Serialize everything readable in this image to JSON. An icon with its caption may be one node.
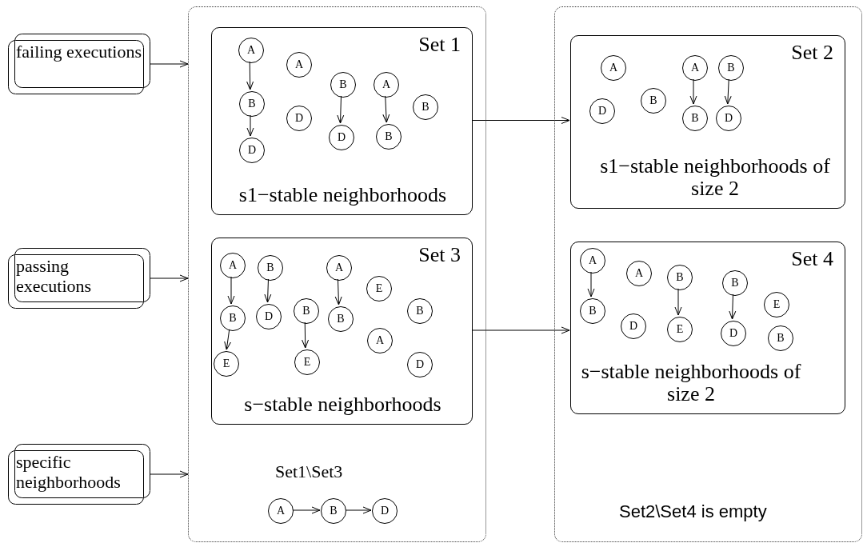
{
  "diagram": {
    "nodes": [
      {
        "text": [
          "failing executions"
        ]
      },
      {
        "text": [
          "passing executions"
        ]
      },
      {
        "text": [
          "specific neighborhoods"
        ]
      },
      {
        "text": [
          "Set1\\Set3"
        ]
      },
      {
        "text": [
          "Set 1",
          "s1−stable neighborhoods"
        ],
        "in": 3
      },
      {
        "text": [
          "A"
        ],
        "in": 4
      },
      {
        "text": [
          "B"
        ],
        "in": 4
      },
      {
        "text": [
          "D"
        ],
        "in": 4
      },
      {
        "text": [
          "A"
        ],
        "in": 4
      },
      {
        "text": [
          "D"
        ],
        "in": 4
      },
      {
        "text": [
          "B"
        ],
        "in": 4
      },
      {
        "text": [
          "D"
        ],
        "in": 4
      },
      {
        "text": [
          "A"
        ],
        "in": 4
      },
      {
        "text": [
          "B"
        ],
        "in": 4
      },
      {
        "text": [
          "B"
        ],
        "in": 4
      },
      {
        "text": [
          "Set 3",
          "s−stable neighborhoods"
        ],
        "in": 3
      },
      {
        "text": [
          "A"
        ],
        "in": 15
      },
      {
        "text": [
          "B"
        ],
        "in": 15
      },
      {
        "text": [
          "E"
        ],
        "in": 15
      },
      {
        "text": [
          "B"
        ],
        "in": 15
      },
      {
        "text": [
          "D"
        ],
        "in": 15
      },
      {
        "text": [
          "B"
        ],
        "in": 15
      },
      {
        "text": [
          "E"
        ],
        "in": 15
      },
      {
        "text": [
          "A"
        ],
        "in": 15
      },
      {
        "text": [
          "B"
        ],
        "in": 15
      },
      {
        "text": [
          "E"
        ],
        "in": 15
      },
      {
        "text": [
          "A"
        ],
        "in": 15
      },
      {
        "text": [
          "B"
        ],
        "in": 15
      },
      {
        "text": [
          "D"
        ],
        "in": 15
      },
      {
        "text": [
          "A"
        ],
        "in": 3
      },
      {
        "text": [
          "B"
        ],
        "in": 3
      },
      {
        "text": [
          "D"
        ],
        "in": 3
      },
      {
        "text": [
          "Set2\\Set4 is empty"
        ]
      },
      {
        "text": [
          "Set 2",
          "s1−stable neighborhoods of size 2"
        ],
        "in": 32
      },
      {
        "text": [
          "A"
        ],
        "in": 33
      },
      {
        "text": [
          "D"
        ],
        "in": 33
      },
      {
        "text": [
          "B"
        ],
        "in": 33
      },
      {
        "text": [
          "A"
        ],
        "in": 33
      },
      {
        "text": [
          "B"
        ],
        "in": 33
      },
      {
        "text": [
          "B"
        ],
        "in": 33
      },
      {
        "text": [
          "D"
        ],
        "in": 33
      },
      {
        "text": [
          "Set 4",
          "s−stable neighborhoods of size 2"
        ],
        "in": 32
      },
      {
        "text": [
          "A"
        ],
        "in": 41
      },
      {
        "text": [
          "B"
        ],
        "in": 41
      },
      {
        "text": [
          "A"
        ],
        "in": 41
      },
      {
        "text": [
          "D"
        ],
        "in": 41
      },
      {
        "text": [
          "B"
        ],
        "in": 41
      },
      {
        "text": [
          "E"
        ],
        "in": 41
      },
      {
        "text": [
          "B"
        ],
        "in": 41
      },
      {
        "text": [
          "D"
        ],
        "in": 41
      },
      {
        "text": [
          "E"
        ],
        "in": 41
      },
      {
        "text": [
          "B"
        ],
        "in": 41
      }
    ],
    "edges": [
      {
        "from": 0,
        "to": 3,
        "arrow": "to"
      },
      {
        "from": 1,
        "to": 3,
        "arrow": "to"
      },
      {
        "from": 2,
        "to": 3,
        "arrow": "to"
      },
      {
        "from": 5,
        "to": 6,
        "arrow": "to"
      },
      {
        "from": 6,
        "to": 7,
        "arrow": "to"
      },
      {
        "from": 10,
        "to": 11,
        "arrow": "to"
      },
      {
        "from": 12,
        "to": 13,
        "arrow": "to"
      },
      {
        "from": 16,
        "to": 17,
        "arrow": "to"
      },
      {
        "from": 17,
        "to": 18,
        "arrow": "to"
      },
      {
        "from": 19,
        "to": 20,
        "arrow": "to"
      },
      {
        "from": 21,
        "to": 22,
        "arrow": "to"
      },
      {
        "from": 23,
        "to": 24,
        "arrow": "to"
      },
      {
        "from": 29,
        "to": 30,
        "arrow": "to"
      },
      {
        "from": 30,
        "to": 31,
        "arrow": "to"
      },
      {
        "from": 4,
        "to": 33,
        "arrow": "to"
      },
      {
        "from": 15,
        "to": 41,
        "arrow": "to"
      },
      {
        "from": 37,
        "to": 38,
        "arrow": "to"
      },
      {
        "from": 39,
        "to": 40,
        "arrow": "to"
      },
      {
        "from": 42,
        "to": 43,
        "arrow": "to"
      },
      {
        "from": 46,
        "to": 47,
        "arrow": "to"
      },
      {
        "from": 48,
        "to": 49,
        "arrow": "to"
      }
    ]
  }
}
